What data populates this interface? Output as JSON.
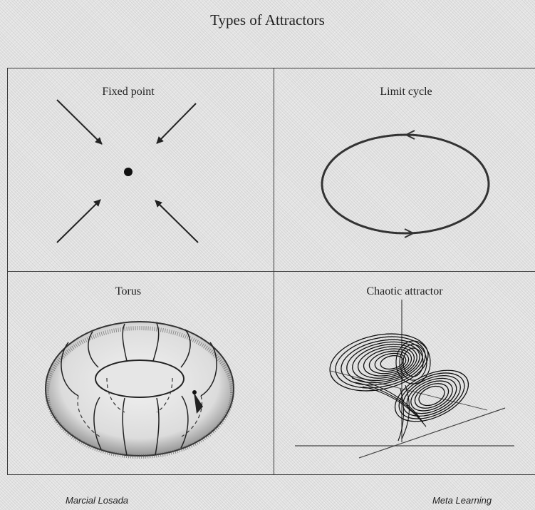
{
  "title": "Types of Attractors",
  "panels": {
    "fixed_point": {
      "label": "Fixed point"
    },
    "limit_cycle": {
      "label": "Limit cycle"
    },
    "torus": {
      "label": "Torus"
    },
    "chaotic": {
      "label": "Chaotic attractor"
    }
  },
  "footer": {
    "left": "Marcial Losada",
    "right": "Meta Learning"
  }
}
